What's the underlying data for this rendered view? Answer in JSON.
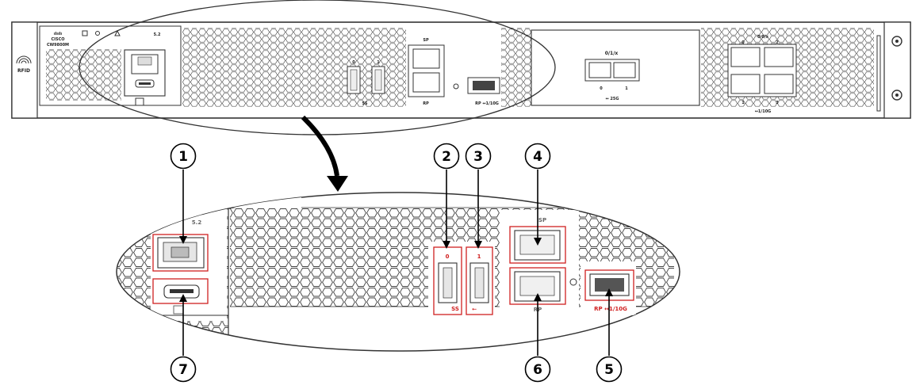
{
  "panel": {
    "brand_glyph": "ılıılı",
    "brand_name": "CISCO",
    "model": "CW9800M",
    "rfid_label": "RFID",
    "v_label": "5.2",
    "usb_port_0": "0",
    "usb_port_1": "1",
    "usb_label": "SS",
    "sp_label": "SP",
    "rp_label": "RP",
    "rp_wide_label": "RP ↔1/10G",
    "module_title": "0/1/x",
    "module_port_0": "0",
    "module_port_1": "1",
    "module_speed": "↔ 25G",
    "right_title": "0/0/x",
    "right_port_0": "0",
    "right_port_2": "2",
    "right_port_1": "1",
    "right_port_3": "3",
    "right_speed": "↔1/10G"
  },
  "callouts": {
    "c1": "1",
    "c2": "2",
    "c3": "3",
    "c4": "4",
    "c5": "5",
    "c6": "6",
    "c7": "7"
  },
  "zoom": {
    "v_label": "5.2",
    "usb0": "0",
    "usb1": "1",
    "usb_label": "SS",
    "sp_label": "SP",
    "rp_label": "RP",
    "rp_wide_label": "RP ↔1/10G"
  },
  "colors": {
    "highlight": "#d02020",
    "line": "#333333",
    "panel_fill": "#f4f4f4"
  }
}
